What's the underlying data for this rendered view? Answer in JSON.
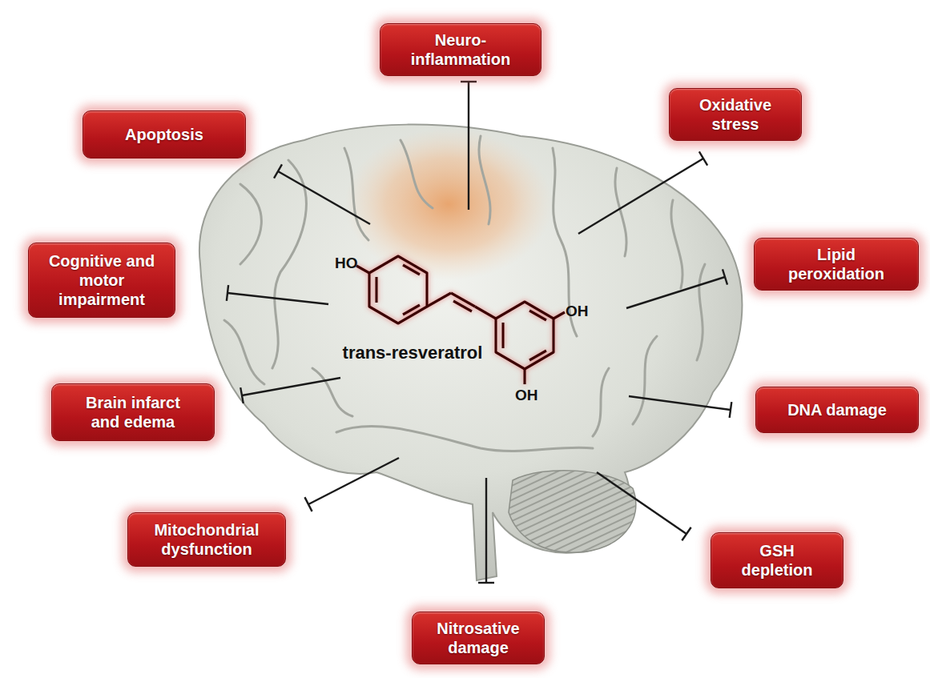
{
  "diagram": {
    "nodes": [
      {
        "text": [
          "Neuro- inflammation"
        ]
      },
      {
        "text": [
          "Apoptosis"
        ]
      },
      {
        "text": [
          "Oxidative stress"
        ]
      },
      {
        "text": [
          "Cognitive and motor impairment"
        ]
      },
      {
        "text": [
          "Lipid peroxidation"
        ]
      },
      {
        "text": [
          "Brain infarct and edema"
        ]
      },
      {
        "text": [
          "DNA damage"
        ]
      },
      {
        "text": [
          "Mitochondrial dysfunction"
        ]
      },
      {
        "text": [
          "GSH depletion"
        ]
      },
      {
        "text": [
          "Nitrosative damage"
        ]
      }
    ],
    "labels": [
      "HO",
      "trans-resveratrol",
      "OH",
      "OH"
    ]
  }
}
